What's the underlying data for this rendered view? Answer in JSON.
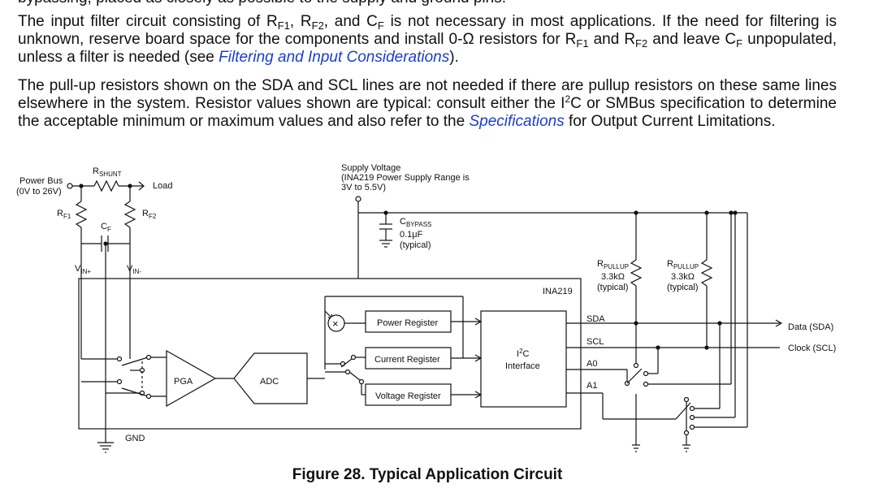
{
  "text": {
    "cut_line": "bypassing, placed as closely as possible to the supply and ground pins.",
    "p1": {
      "a": "The input filter circuit consisting of R",
      "a_sub": "F1",
      "b": ", R",
      "b_sub": "F2",
      "c": ", and C",
      "c_sub": "F",
      "d": " is not necessary in most applications. If the need for filtering is unknown, reserve board space for the components and install 0-Ω resistors for R",
      "d_sub": "F1",
      "e": " and R",
      "e_sub": "F2",
      "f": " and leave C",
      "f_sub": "F",
      "g": " unpopulated, unless a filter is needed (see ",
      "link": "Filtering and Input Considerations",
      "h": ")."
    },
    "p2": {
      "a": "The pull-up resistors shown on the SDA and SCL lines are not needed if there are pullup resistors on these same lines elsewhere in the system. Resistor values shown are typical: consult either the I",
      "a_sup": "2",
      "b": "C or SMBus specification to determine the acceptable minimum or maximum values and also refer to the ",
      "link": "Specifications",
      "c": " for Output Current Limitations."
    }
  },
  "circuit": {
    "power_bus": [
      "Power Bus",
      "(0V to 26V)"
    ],
    "rshunt": {
      "main": "R",
      "sub": "SHUNT"
    },
    "load": "Load",
    "rf1": {
      "main": "R",
      "sub": "F1"
    },
    "rf2": {
      "main": "R",
      "sub": "F2"
    },
    "cf": {
      "main": "C",
      "sub": "F"
    },
    "vin_plus": {
      "main": "V",
      "sub": "IN+"
    },
    "vin_minus": {
      "main": "V",
      "sub": "IN-"
    },
    "supply_voltage": [
      "Supply Voltage",
      "(INA219 Power Supply Range is",
      "3V to 5.5V)"
    ],
    "cbypass": {
      "main": "C",
      "sub": "BYPASS",
      "value": "0.1μF",
      "note": "(typical)"
    },
    "rpullup1": {
      "main": "R",
      "sub": "PULLUP",
      "value": "3.3kΩ",
      "note": "(typical)"
    },
    "rpullup2": {
      "main": "R",
      "sub": "PULLUP",
      "value": "3.3kΩ",
      "note": "(typical)"
    },
    "chip_name": "INA219",
    "pga": "PGA",
    "adc": "ADC",
    "multiplier": "×",
    "power_register": "Power Register",
    "current_register": "Current Register",
    "voltage_register": "Voltage Register",
    "i2c": {
      "main": "I",
      "sup": "2",
      "rest": "C",
      "line2": "Interface"
    },
    "pins": {
      "sda": "SDA",
      "scl": "SCL",
      "a0": "A0",
      "a1": "A1"
    },
    "data_sda": "Data (SDA)",
    "clock_scl": "Clock (SCL)",
    "gnd": "GND"
  },
  "caption": "Figure 28.  Typical Application Circuit"
}
